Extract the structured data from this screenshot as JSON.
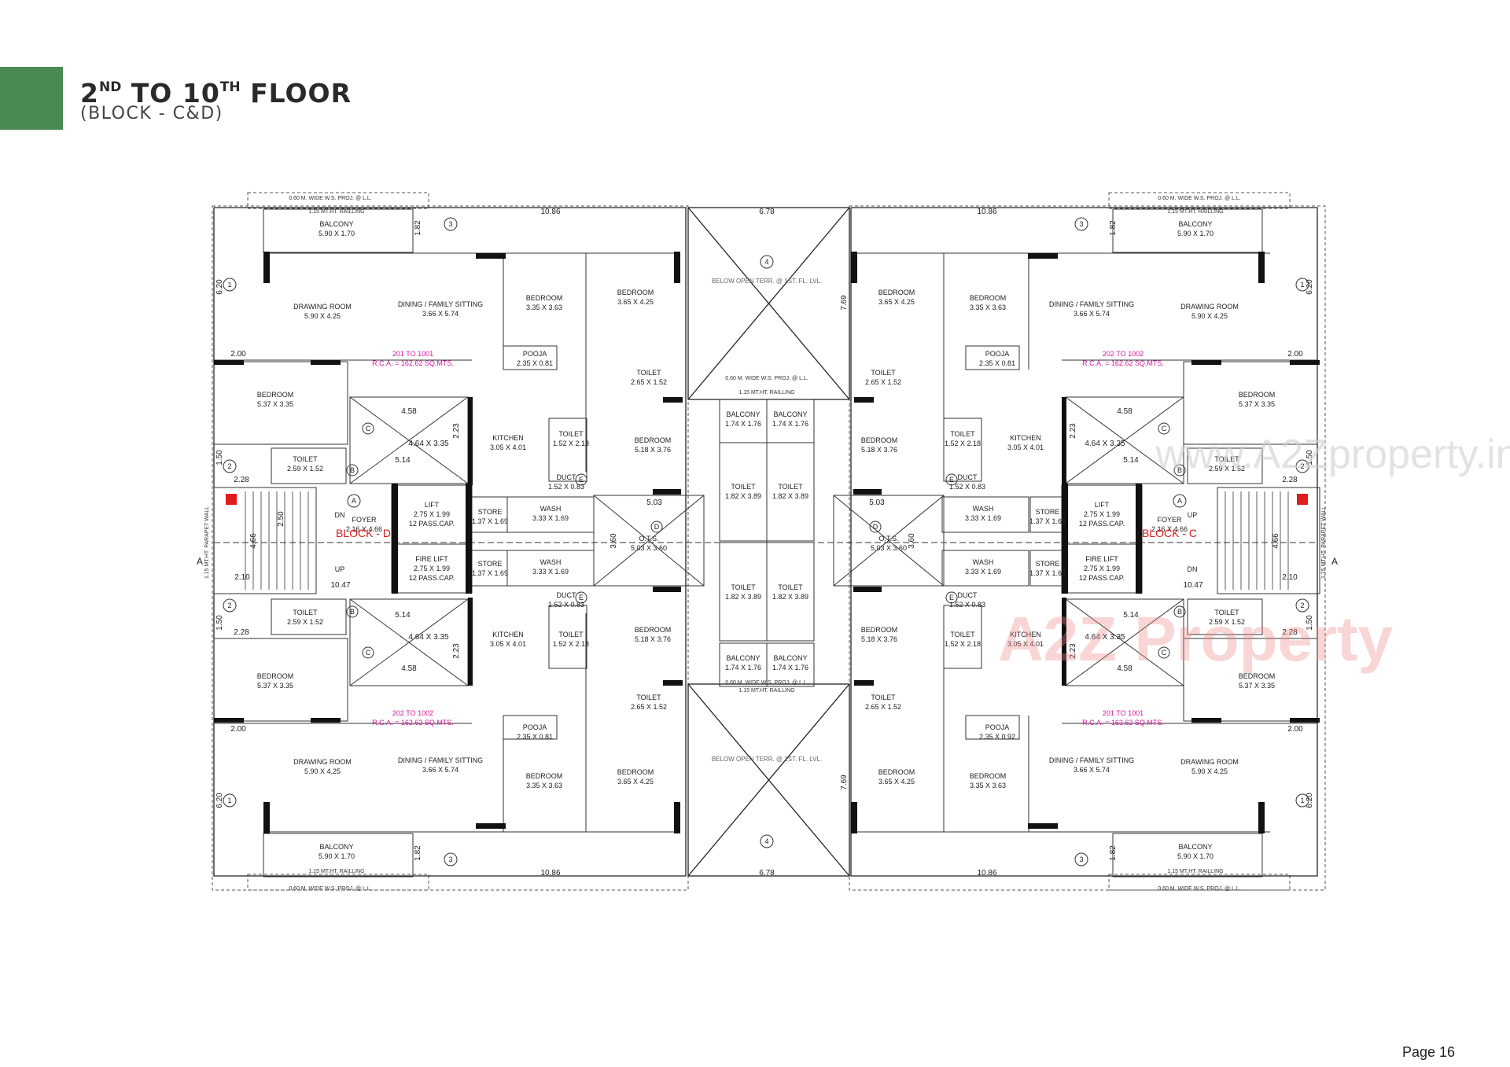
{
  "header": {
    "title_main": "2",
    "title_sup1": "ND",
    "title_mid": " TO 10",
    "title_sup2": "TH",
    "title_end": " FLOOR",
    "subtitle": "(BLOCK - C&D)"
  },
  "colors": {
    "accent": "#4a8a52",
    "area_label": "#d6199f",
    "block_label": "#e21b1b"
  },
  "plan": {
    "block_d": "BLOCK - D",
    "block_c": "BLOCK - C",
    "units": [
      {
        "range": "201 TO 1001",
        "area": "R.C.A. = 162.62  SQ.MTS."
      },
      {
        "range": "202 TO 1002",
        "area": "R.C.A. = 162.62  SQ.MTS."
      },
      {
        "range": "202 TO 1002",
        "area": "R.C.A. = 162.62  SQ.MTS."
      },
      {
        "range": "201 TO 1001",
        "area": "R.C.A. = 162.62  SQ.MTS."
      }
    ],
    "rooms": [
      {
        "name": "BALCONY",
        "size": "5.90 X 1.70"
      },
      {
        "name": "DRAWING ROOM",
        "size": "5.90 X 4.25"
      },
      {
        "name": "DINING / FAMILY SITTING",
        "size": "3.66 X 5.74"
      },
      {
        "name": "BEDROOM",
        "size": "3.35 X 3.63"
      },
      {
        "name": "BEDROOM",
        "size": "3.65 X 4.25"
      },
      {
        "name": "POOJA",
        "size": "2.35 X 0.81"
      },
      {
        "name": "TOILET",
        "size": "2.65 X 1.52"
      },
      {
        "name": "BEDROOM",
        "size": "5.37 X 3.35"
      },
      {
        "name": "TOILET",
        "size": "2.59 X 1.52"
      },
      {
        "name": "KITCHEN",
        "size": "3.05 X 4.01"
      },
      {
        "name": "TOILET",
        "size": "1.52 X 2.18"
      },
      {
        "name": "BEDROOM",
        "size": "5.18 X 3.76"
      },
      {
        "name": "BALCONY",
        "size": "1.74 X 1.76"
      },
      {
        "name": "TOILET",
        "size": "1.82 X 3.89"
      },
      {
        "name": "FOYER",
        "size": "2.16 X 4.66"
      },
      {
        "name": "LIFT",
        "size": "2.75 X 1.99"
      },
      {
        "name": "FIRE LIFT",
        "size": "2.75 X 1.99"
      },
      {
        "name": "STORE",
        "size": "1.37 X 1.69"
      },
      {
        "name": "WASH",
        "size": "3.33 X 1.69"
      },
      {
        "name": "DUCT",
        "size": "1.52 X 0.83"
      },
      {
        "name": "O.T.S.",
        "size": "5.03 X 3.60"
      },
      {
        "name": "POOJA",
        "size": "2.35 X 0.92"
      }
    ],
    "lift_capacity": "12 PASS.CAP.",
    "railing": "1.15 MT.HT. RAILLING",
    "projection": "0.60 M. WIDE W.S. PROJ. @ L.L.",
    "parapet": "1.15 MT.HT. PARAPET WALL",
    "below_open": "BELOW OPEN TERR. @ 1ST. FL. LVL.",
    "below_ots": "BELOW OPEN TERR. @ 1ST. FL. LVL.",
    "dims": {
      "d1": "10.86",
      "d2": "6.78",
      "d3": "1.82",
      "d4": "6.20",
      "d5": "2.00",
      "d6": "7.69",
      "d7": "10.47",
      "d8": "4.66",
      "d9": "2.10",
      "d10": "4.58",
      "d11": "4.64 X 3.35",
      "d12": "5.14",
      "d13": "2.23",
      "d14": "5.03",
      "d15": "3.60",
      "d16": "1.50",
      "d17": "2.28",
      "d18": "2.50"
    },
    "markers": {
      "c1": "1",
      "c2": "2",
      "c3": "3",
      "c4": "4",
      "a": "A",
      "b": "B",
      "c": "C",
      "d": "D",
      "e": "E",
      "dn": "DN",
      "up": "UP",
      "section": "A"
    }
  },
  "watermark": {
    "url": "www.A2Zproperty.in",
    "logo": "A2Z Property"
  },
  "footer": {
    "page": "Page 16"
  }
}
